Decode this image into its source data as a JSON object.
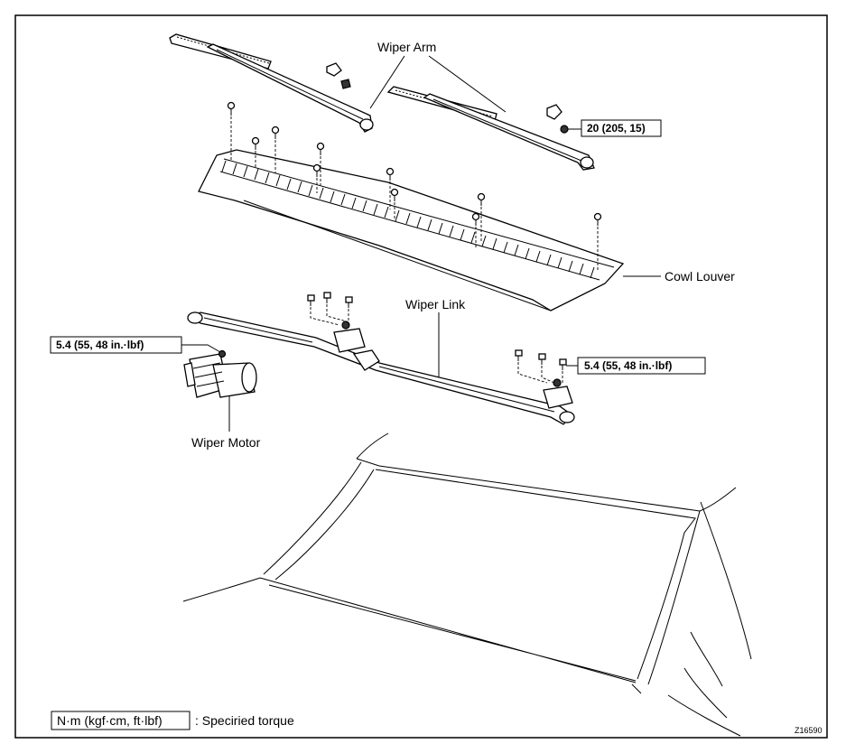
{
  "labels": {
    "wiper_arm": "Wiper Arm",
    "cowl_louver": "Cowl Louver",
    "wiper_link": "Wiper Link",
    "wiper_motor": "Wiper Motor"
  },
  "torques": {
    "arm_nut": "20 (205, 15)",
    "motor_bolt": "5.4 (55, 48 in.·lbf)",
    "link_bolt": "5.4 (55, 48 in.·lbf)"
  },
  "legend": {
    "unit": "N·m (kgf·cm, ft·lbf)",
    "desc": ": Speciried torque"
  },
  "figure_code": "Z16590"
}
